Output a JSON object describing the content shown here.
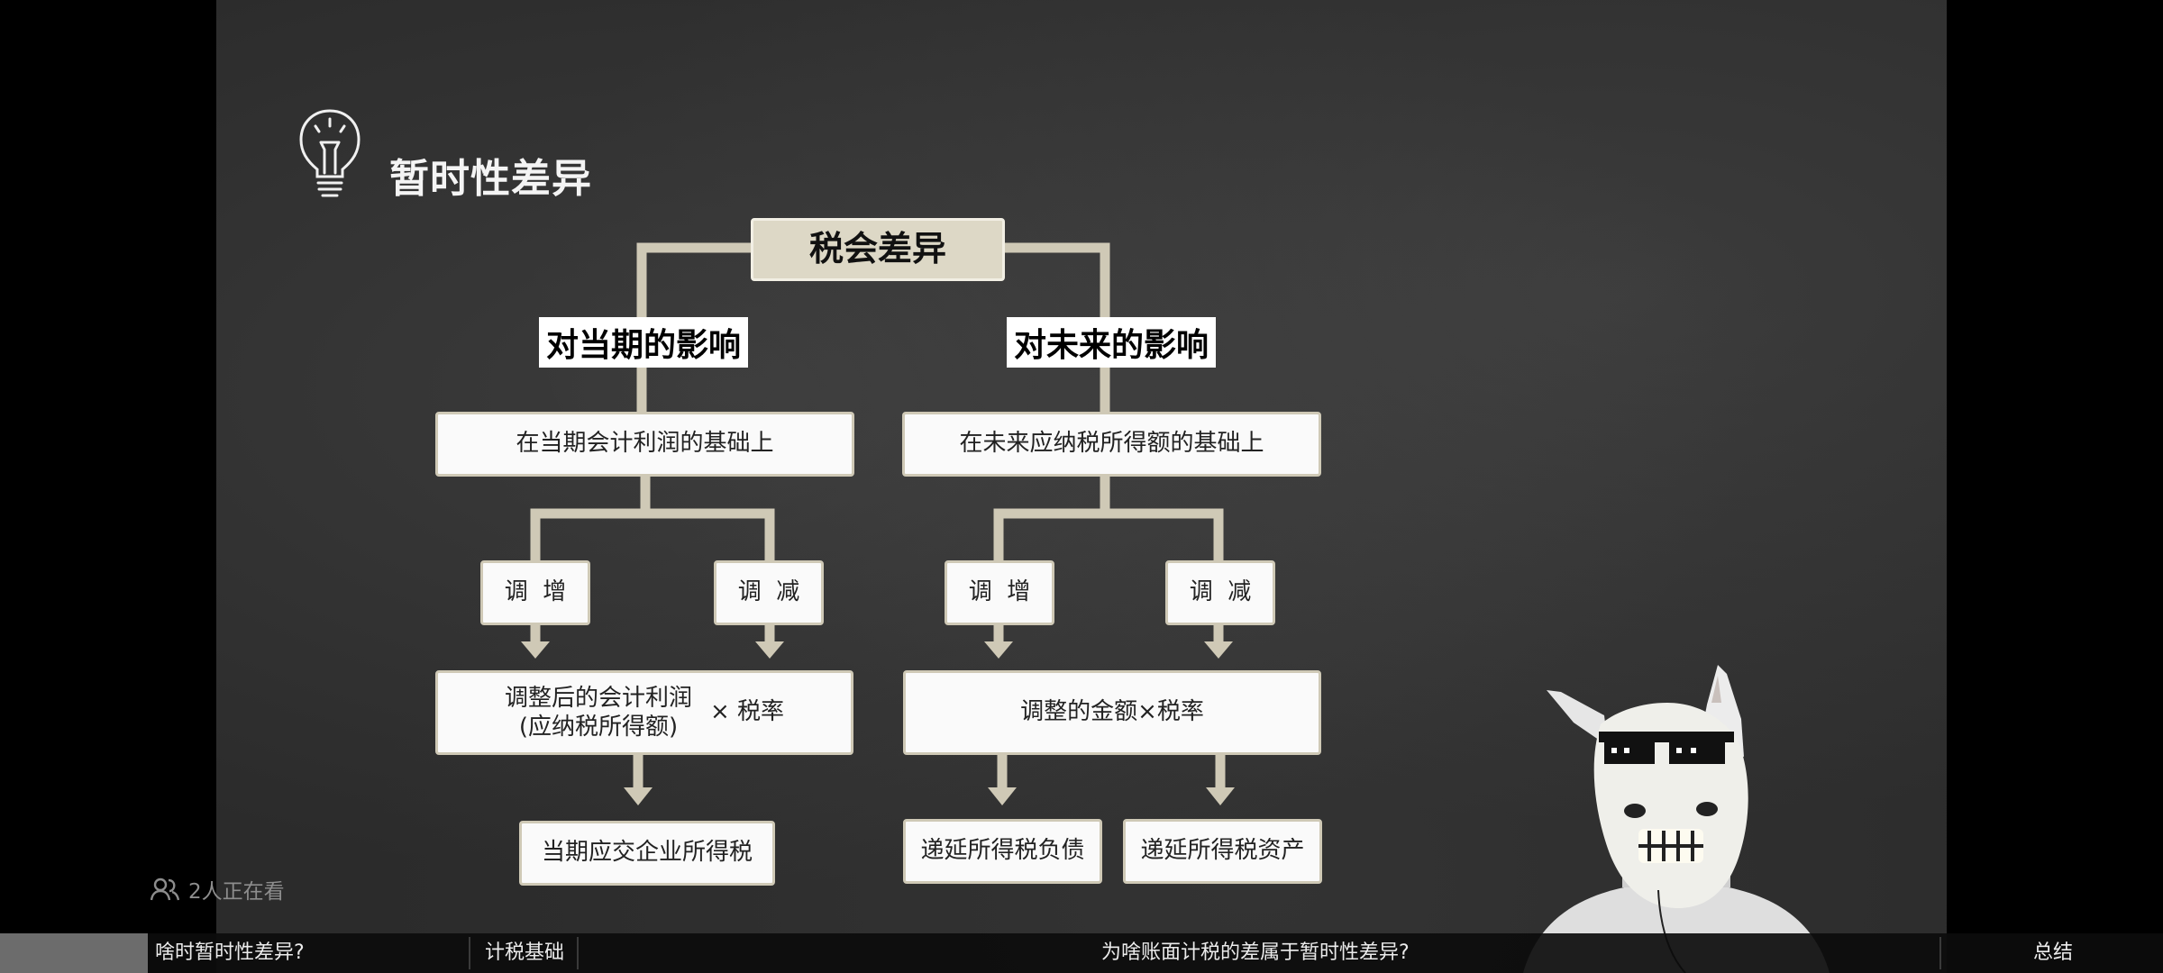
{
  "slide": {
    "title": "暂时性差异",
    "root": "税会差异",
    "current": {
      "heading": "对当期的影响",
      "basis": "在当期会计利润的基础上",
      "increase": "调  增",
      "decrease": "调  减",
      "formula_line1": "调整后的会计利润",
      "formula_line2": "(应纳税所得额)",
      "formula_op": "× 税率",
      "result": "当期应交企业所得税"
    },
    "future": {
      "heading": "对未来的影响",
      "basis": "在未来应纳税所得额的基础上",
      "increase": "调  增",
      "decrease": "调  减",
      "formula": "调整的金额×税率",
      "liability": "递延所得税负债",
      "asset": "递延所得税资产"
    }
  },
  "viewers": "2人正在看",
  "chapters": [
    "啥时暂时性差异?",
    "计税基础",
    "为啥账面计税的差属于暂时性差异?",
    "总结"
  ],
  "colors": {
    "board": "#2b2b2b",
    "connector": "#cfc9b6",
    "root_fill": "#ddd8c6"
  },
  "icons": {
    "bulb": "lightbulb-icon",
    "viewers": "people-icon"
  }
}
